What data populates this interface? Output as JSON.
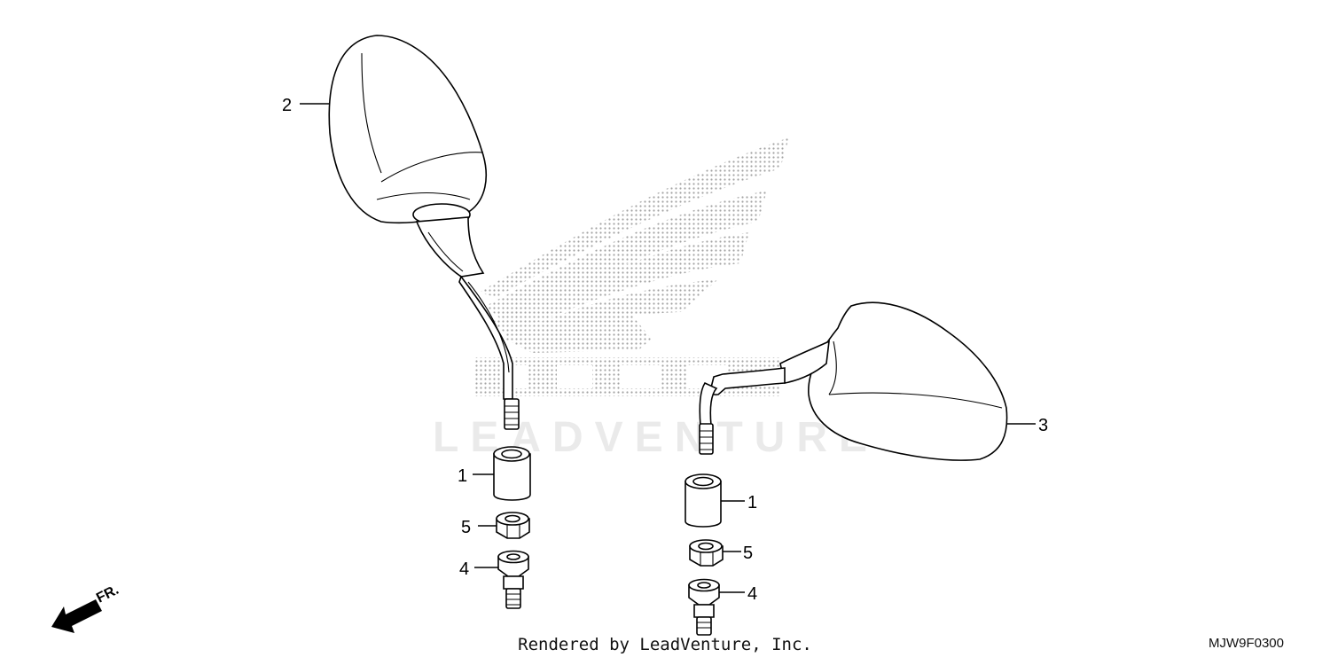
{
  "diagram": {
    "code": "MJW9F0300",
    "credit": "Rendered by LeadVenture, Inc.",
    "watermark_text": "LEADVENTURE",
    "direction_label": "FR.",
    "callouts": {
      "mirror_left": "2",
      "mirror_right": "3",
      "cover_left": "1",
      "cover_right": "1",
      "nut_left": "5",
      "nut_right": "5",
      "adapter_left": "4",
      "adapter_right": "4"
    }
  },
  "colors": {
    "line": "#000000",
    "watermark_dots": "#9a9a9a"
  },
  "icons": [
    "front-direction-arrow-icon",
    "honda-wing-logo"
  ]
}
